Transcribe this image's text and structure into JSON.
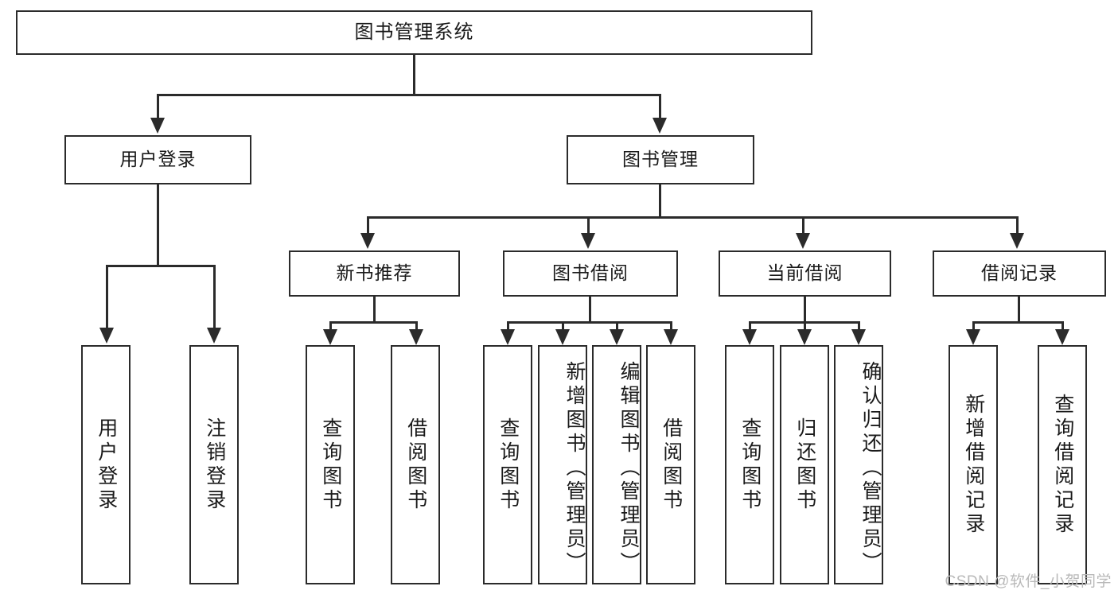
{
  "diagram": {
    "type": "tree",
    "title": "图书管理系统",
    "orientation": "top-down",
    "colors": {
      "box_border": "#2b2b2b",
      "box_fill": "#ffffff",
      "connector": "#2b2b2b",
      "background": "#ffffff",
      "watermark": "#b9b9b9"
    }
  },
  "watermark": {
    "text": "CSDN @软件_小贺同学"
  },
  "nodes": {
    "root": {
      "label": "图书管理系统"
    },
    "level2": [
      {
        "label": "用户登录"
      },
      {
        "label": "图书管理"
      }
    ],
    "level3": [
      {
        "label": "新书推荐"
      },
      {
        "label": "图书借阅"
      },
      {
        "label": "当前借阅"
      },
      {
        "label": "借阅记录"
      }
    ],
    "leaves": {
      "user_login": [
        {
          "label": "用户登录"
        },
        {
          "label": "注销登录"
        }
      ],
      "new_book_recommend": [
        {
          "label": "查询图书"
        },
        {
          "label": "借阅图书"
        }
      ],
      "book_borrow": [
        {
          "label": "查询图书"
        },
        {
          "label": "新增图书（管理员）"
        },
        {
          "label": "编辑图书（管理员）"
        },
        {
          "label": "借阅图书"
        }
      ],
      "current_borrow": [
        {
          "label": "查询图书"
        },
        {
          "label": "归还图书"
        },
        {
          "label": "确认归还（管理员）"
        }
      ],
      "borrow_record": [
        {
          "label": "新增借阅记录"
        },
        {
          "label": "查询借阅记录"
        }
      ]
    }
  },
  "edges": [
    {
      "from": "图书管理系统",
      "to": "用户登录"
    },
    {
      "from": "图书管理系统",
      "to": "图书管理"
    },
    {
      "from": "用户登录",
      "to": "用户登录"
    },
    {
      "from": "用户登录",
      "to": "注销登录"
    },
    {
      "from": "图书管理",
      "to": "新书推荐"
    },
    {
      "from": "图书管理",
      "to": "图书借阅"
    },
    {
      "from": "图书管理",
      "to": "当前借阅"
    },
    {
      "from": "图书管理",
      "to": "借阅记录"
    },
    {
      "from": "新书推荐",
      "to": "查询图书"
    },
    {
      "from": "新书推荐",
      "to": "借阅图书"
    },
    {
      "from": "图书借阅",
      "to": "查询图书"
    },
    {
      "from": "图书借阅",
      "to": "新增图书（管理员）"
    },
    {
      "from": "图书借阅",
      "to": "编辑图书（管理员）"
    },
    {
      "from": "图书借阅",
      "to": "借阅图书"
    },
    {
      "from": "当前借阅",
      "to": "查询图书"
    },
    {
      "from": "当前借阅",
      "to": "归还图书"
    },
    {
      "from": "当前借阅",
      "to": "确认归还（管理员）"
    },
    {
      "from": "借阅记录",
      "to": "新增借阅记录"
    },
    {
      "from": "借阅记录",
      "to": "查询借阅记录"
    }
  ]
}
